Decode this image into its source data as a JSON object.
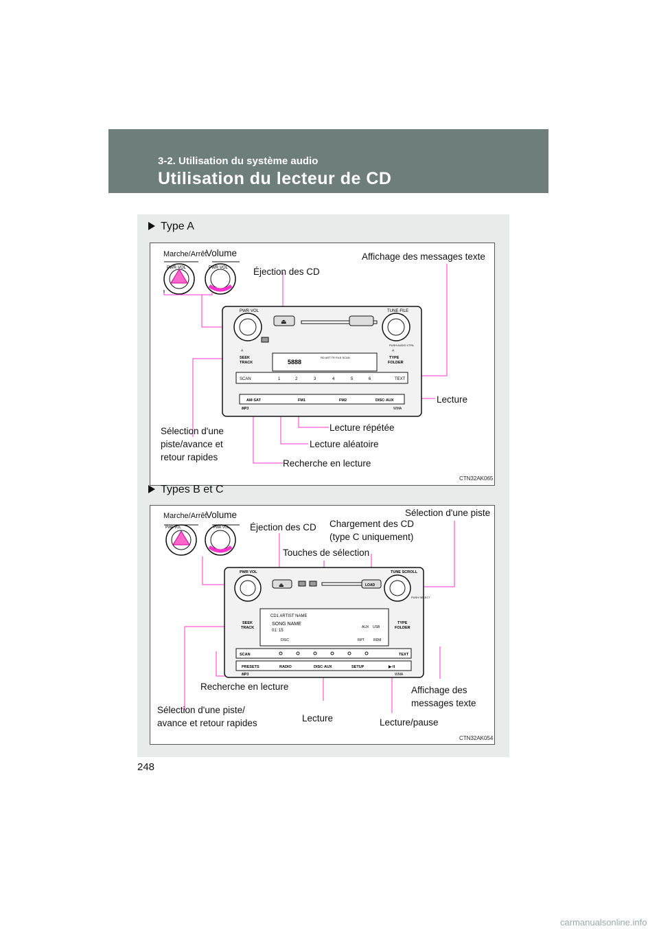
{
  "header": {
    "section": "3-2. Utilisation du système audio",
    "title": "Utilisation du lecteur de CD"
  },
  "typeA": {
    "heading": "Type A",
    "labels": {
      "power": "Marche/Arrêt",
      "volume": "Volume",
      "eject": "Éjection des CD",
      "text_display": "Affichage des messages texte",
      "play": "Lecture",
      "repeat": "Lecture répétée",
      "random": "Lecture aléatoire",
      "scan": "Recherche en lecture",
      "track_line1": "Sélection d'une",
      "track_line2": "piste/avance et",
      "track_line3": "retour rapides"
    },
    "radio": {
      "pwr": "PWR·VOL",
      "tune": "TUNE·FILE",
      "push": "PUSH AUDIO CTRL",
      "seek1": "SEEK",
      "seek2": "TRACK",
      "type1": "TYPE",
      "type2": "FOLDER",
      "scan": "SCAN",
      "text": "TEXT",
      "presets": [
        "1",
        "2",
        "3",
        "4",
        "5",
        "6"
      ],
      "bands": [
        "AM·SAT",
        "FM1",
        "FM2",
        "DISC·AUX"
      ],
      "mp3": "MP3",
      "wma": "WMA",
      "display_digits": "5888",
      "display_flags": "RD ART TR FILE SCAN"
    },
    "code": "CTN32AK065"
  },
  "typeBC": {
    "heading": "Types B et C",
    "labels": {
      "power": "Marche/Arrêt",
      "volume": "Volume",
      "eject": "Éjection des CD",
      "load_line1": "Chargement des CD",
      "load_line2": "(type C uniquement)",
      "select_track": "Sélection d'une piste",
      "touches": "Touches de sélection",
      "scan": "Recherche en lecture",
      "text_line1": "Affichage des",
      "text_line2": "messages texte",
      "track_line1": "Sélection d'une piste/",
      "track_line2": "avance et retour rapides",
      "play": "Lecture",
      "play_pause": "Lecture/pause"
    },
    "radio": {
      "pwr": "PWR VOL",
      "tune": "TUNE SCROLL",
      "push": "PUSH SELECT",
      "load": "LOAD",
      "seek1": "SEEK",
      "seek2": "TRACK",
      "type1": "TYPE",
      "type2": "FOLDER",
      "disp_cd": "CD1  ARTIST NAME",
      "disp_song": "SONG NAME",
      "disp_time": "01: 15",
      "disp_disc": "DISC",
      "disp_rpt": "RPT",
      "disp_rdm": "RDM",
      "disp_aux": "AUX",
      "disp_usb": "USB",
      "scan": "SCAN",
      "text": "TEXT",
      "bottom": [
        "PRESETS",
        "RADIO",
        "DISC·AUX",
        "SETUP",
        "▶·II"
      ],
      "mp3": "MP3",
      "wma": "WMA"
    },
    "code": "CTN32AK054"
  },
  "page_number": "248",
  "watermark": "carmanualsonline.info",
  "colors": {
    "header_bg": "#6e7e7a",
    "panel_bg": "#e9ebea",
    "callout": "#ff33cc"
  }
}
